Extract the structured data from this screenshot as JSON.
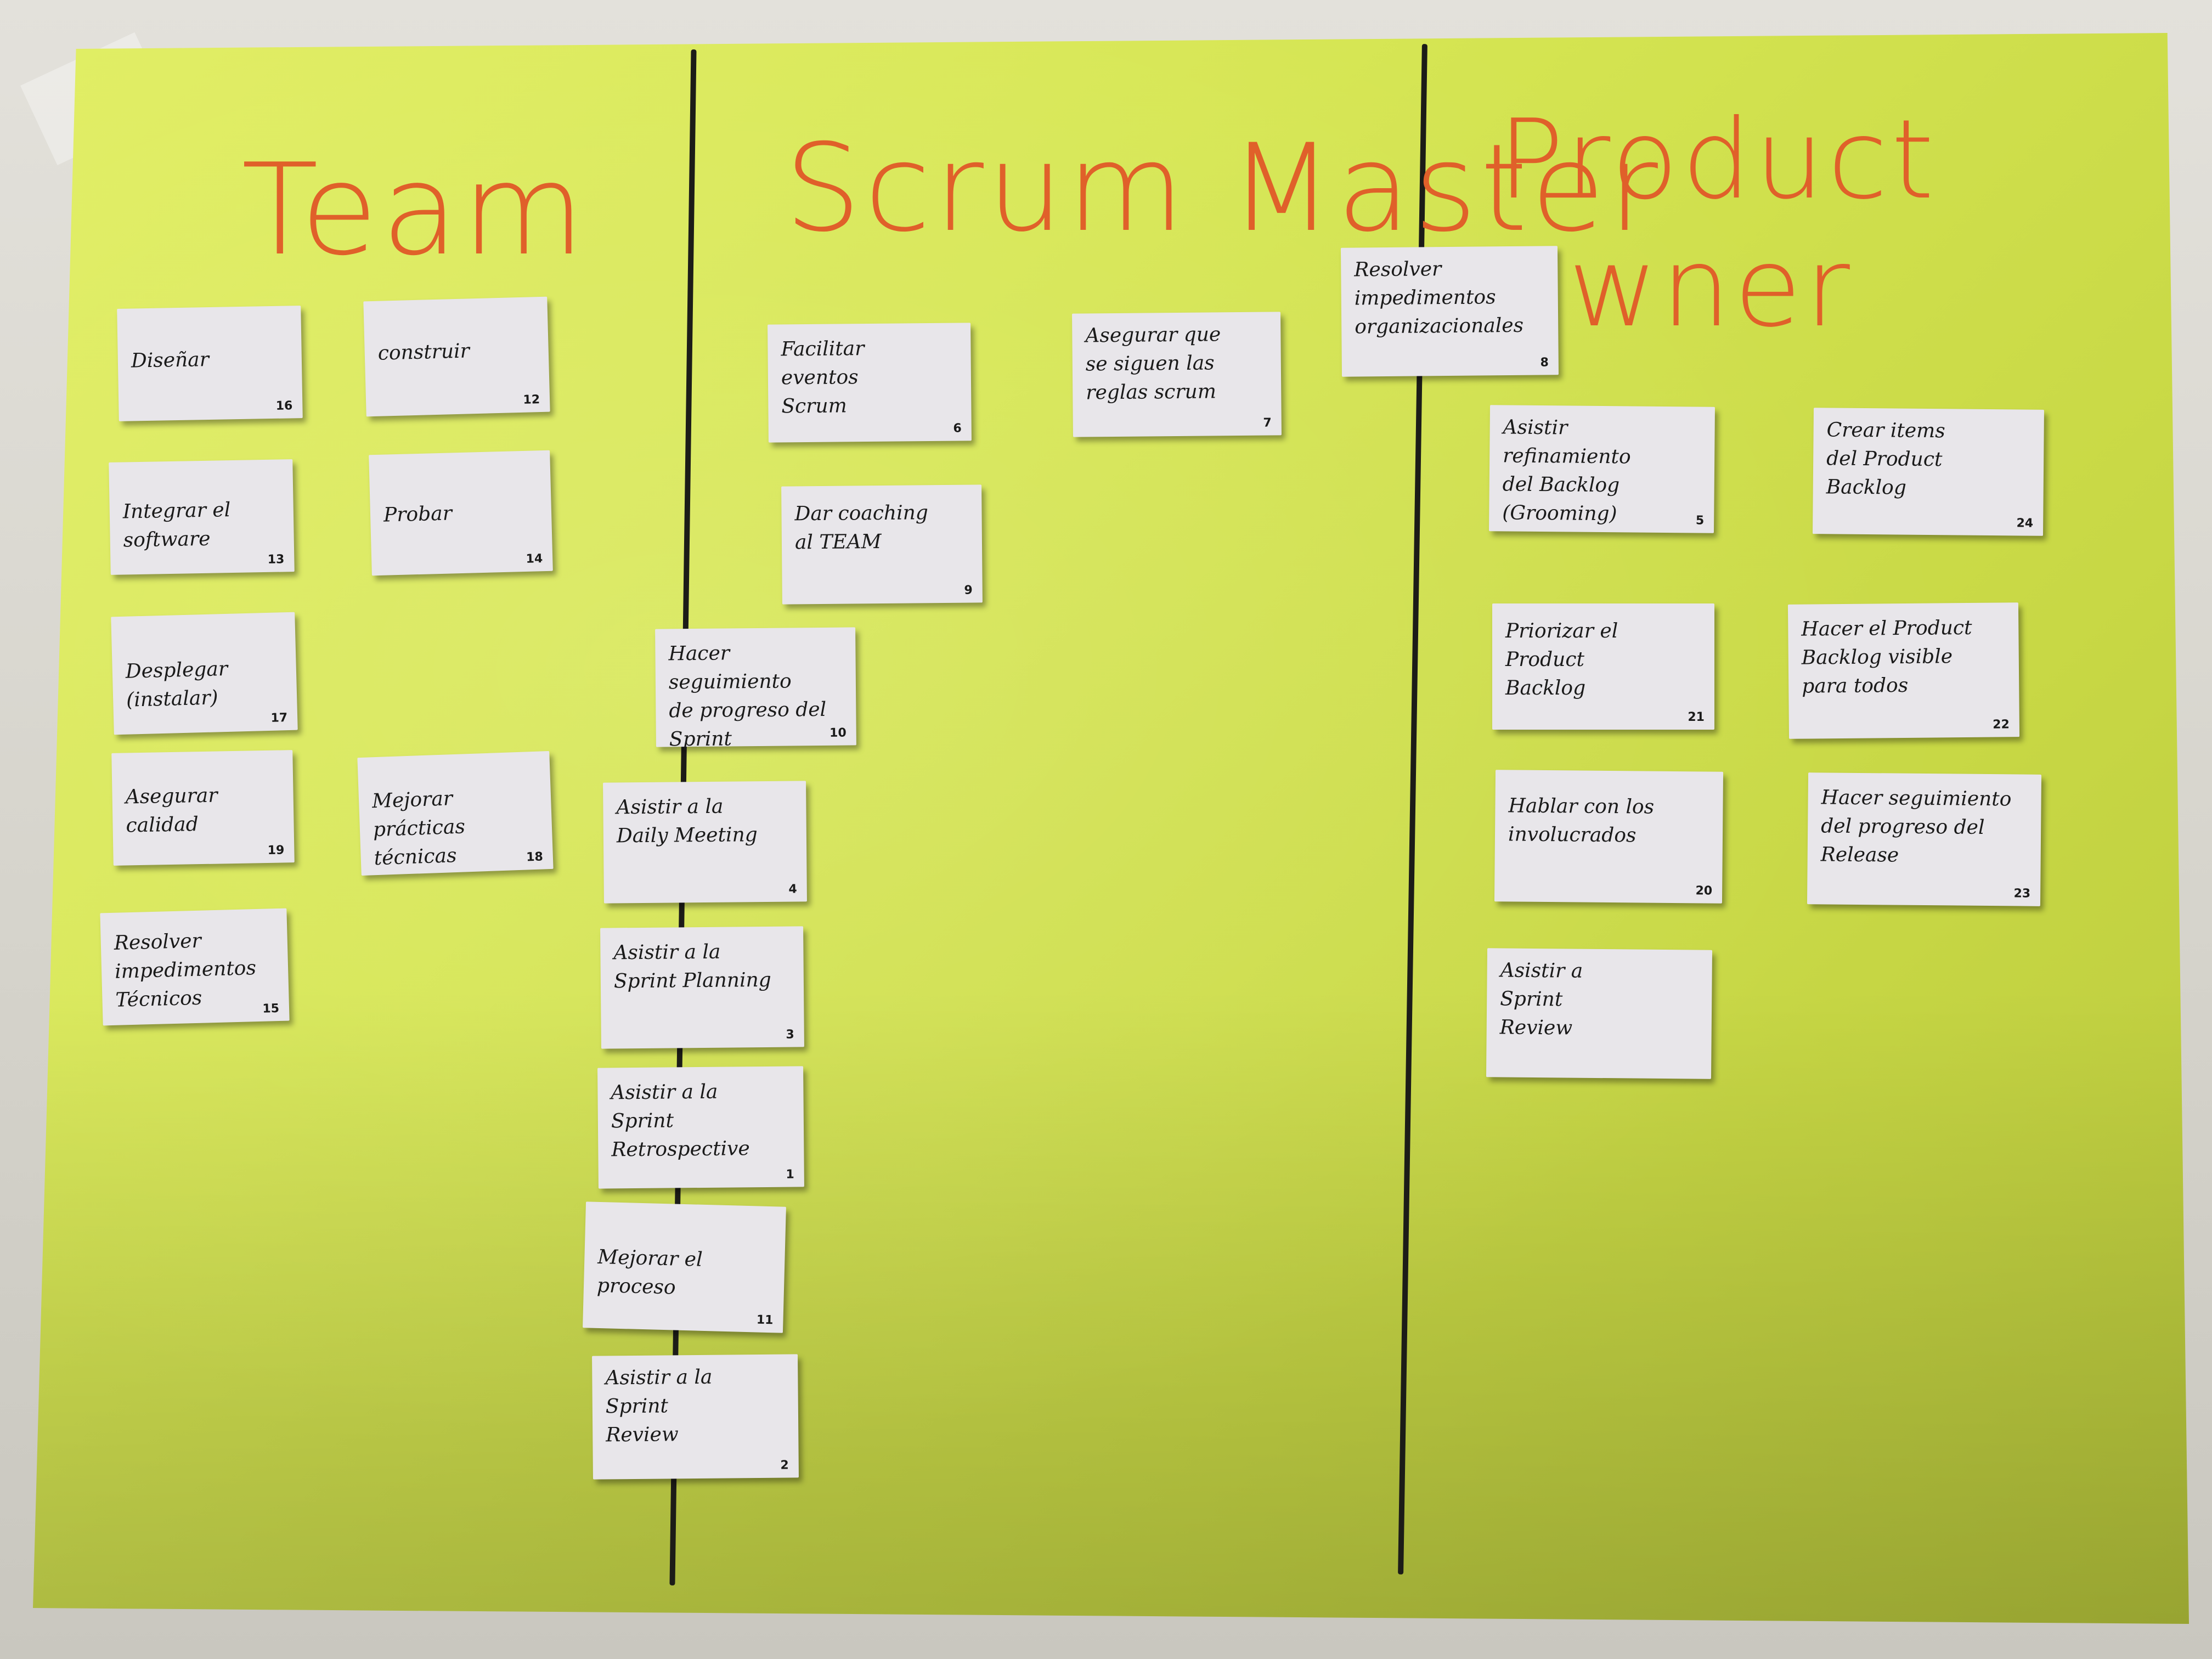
{
  "board": {
    "colors": {
      "poster": "#d6e653",
      "heading": "#e0602a",
      "card": "#e8e6ea",
      "divider": "#1c1c18",
      "wall": "#d8d6cf"
    },
    "columns": [
      {
        "title": "Team",
        "cards": [
          {
            "text": "Diseñar",
            "num": "16"
          },
          {
            "text": "construir",
            "num": "12"
          },
          {
            "text": "Integrar el\nsoftware",
            "num": "13"
          },
          {
            "text": "Probar",
            "num": "14"
          },
          {
            "text": "Desplegar\n(instalar)",
            "num": "17"
          },
          {
            "text": "Asegurar\ncalidad",
            "num": "19"
          },
          {
            "text": "Mejorar prácticas\ntécnicas",
            "num": "18"
          },
          {
            "text": "Resolver\nimpedimentos\nTécnicos",
            "num": "15"
          }
        ]
      },
      {
        "title": "Scrum Master",
        "cards": [
          {
            "text": "Facilitar\neventos\nScrum",
            "num": "6"
          },
          {
            "text": "Asegurar que\nse siguen las\nreglas scrum",
            "num": "7"
          },
          {
            "text": "Dar coaching\nal TEAM",
            "num": "9"
          },
          {
            "text": "Hacer seguimiento\nde progreso del\nSprint",
            "num": "10"
          },
          {
            "text": "Asistir a la\nDaily Meeting",
            "num": "4"
          },
          {
            "text": "Asistir a la\nSprint Planning",
            "num": "3"
          },
          {
            "text": "Asistir a la\nSprint Retrospective",
            "num": "1"
          },
          {
            "text": "Mejorar el proceso",
            "num": "11"
          },
          {
            "text": "Asistir a la\nSprint\nReview",
            "num": "2"
          }
        ]
      },
      {
        "title": "Product owner",
        "cards": [
          {
            "text": "Resolver\nimpedimentos\norganizacionales",
            "num": "8"
          },
          {
            "text": "Asistir refinamiento\ndel Backlog\n(Grooming)",
            "num": "5"
          },
          {
            "text": "Crear items\ndel Product\nBacklog",
            "num": "24"
          },
          {
            "text": "Priorizar el\nProduct\nBacklog",
            "num": "21"
          },
          {
            "text": "Hacer el Product\nBacklog visible\npara todos",
            "num": "22"
          },
          {
            "text": "Hablar con los\ninvolucrados",
            "num": "20"
          },
          {
            "text": "Hacer seguimiento\ndel progreso del\nRelease",
            "num": "23"
          },
          {
            "text": "Asistir a\nSprint\nReview",
            "num": ""
          }
        ]
      }
    ]
  }
}
